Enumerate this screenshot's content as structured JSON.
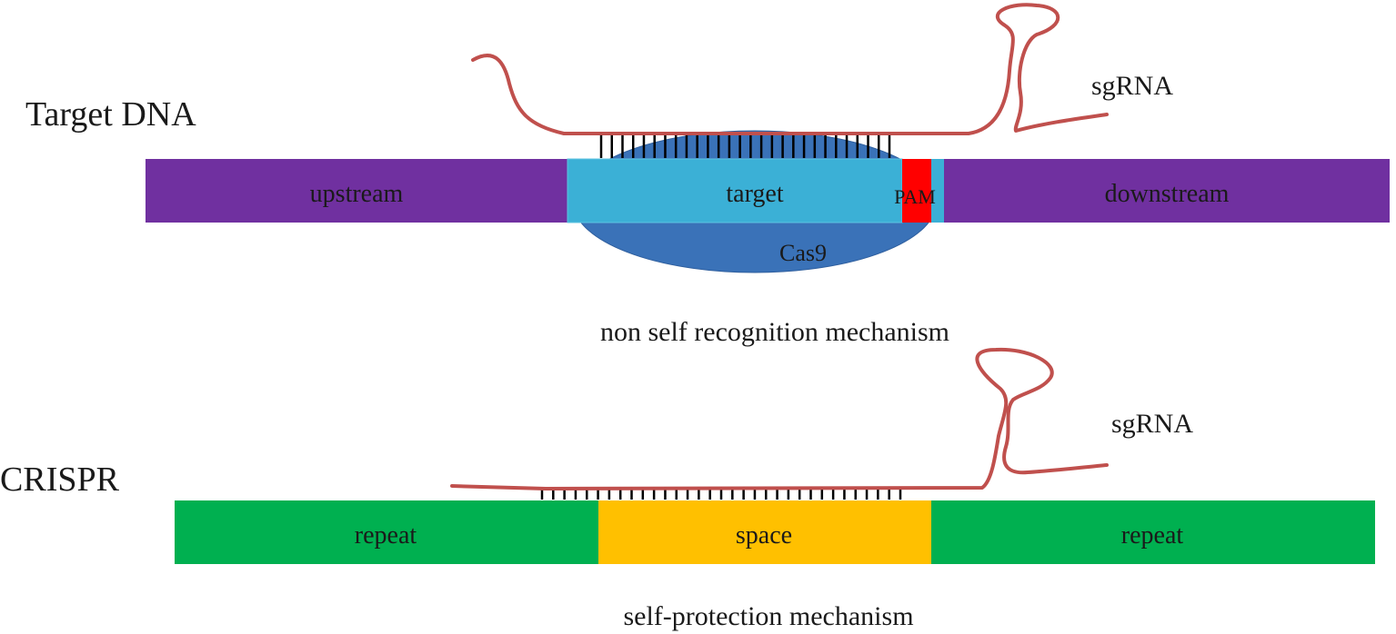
{
  "panel_top": {
    "row_label": "Target DNA",
    "segments": {
      "upstream": "upstream",
      "target": "target",
      "pam": "PAM",
      "downstream": "downstream"
    },
    "protein": "Cas9",
    "guide": "sgRNA",
    "caption": "non self recognition mechanism"
  },
  "panel_bottom": {
    "row_label": "CRISPR",
    "segments": {
      "repeat_left": "repeat",
      "spacer": "space",
      "repeat_right": "repeat"
    },
    "guide": "sgRNA",
    "caption": "self-protection mechanism"
  },
  "colors": {
    "flank_dna": "#7030A0",
    "target_dna": "#3BB0D6",
    "pam": "#FF0000",
    "cas9": "#3A72B8",
    "rna": "#C0504D",
    "repeat": "#00B050",
    "spacer": "#FFC000",
    "base_pair_tick": "#000000"
  }
}
